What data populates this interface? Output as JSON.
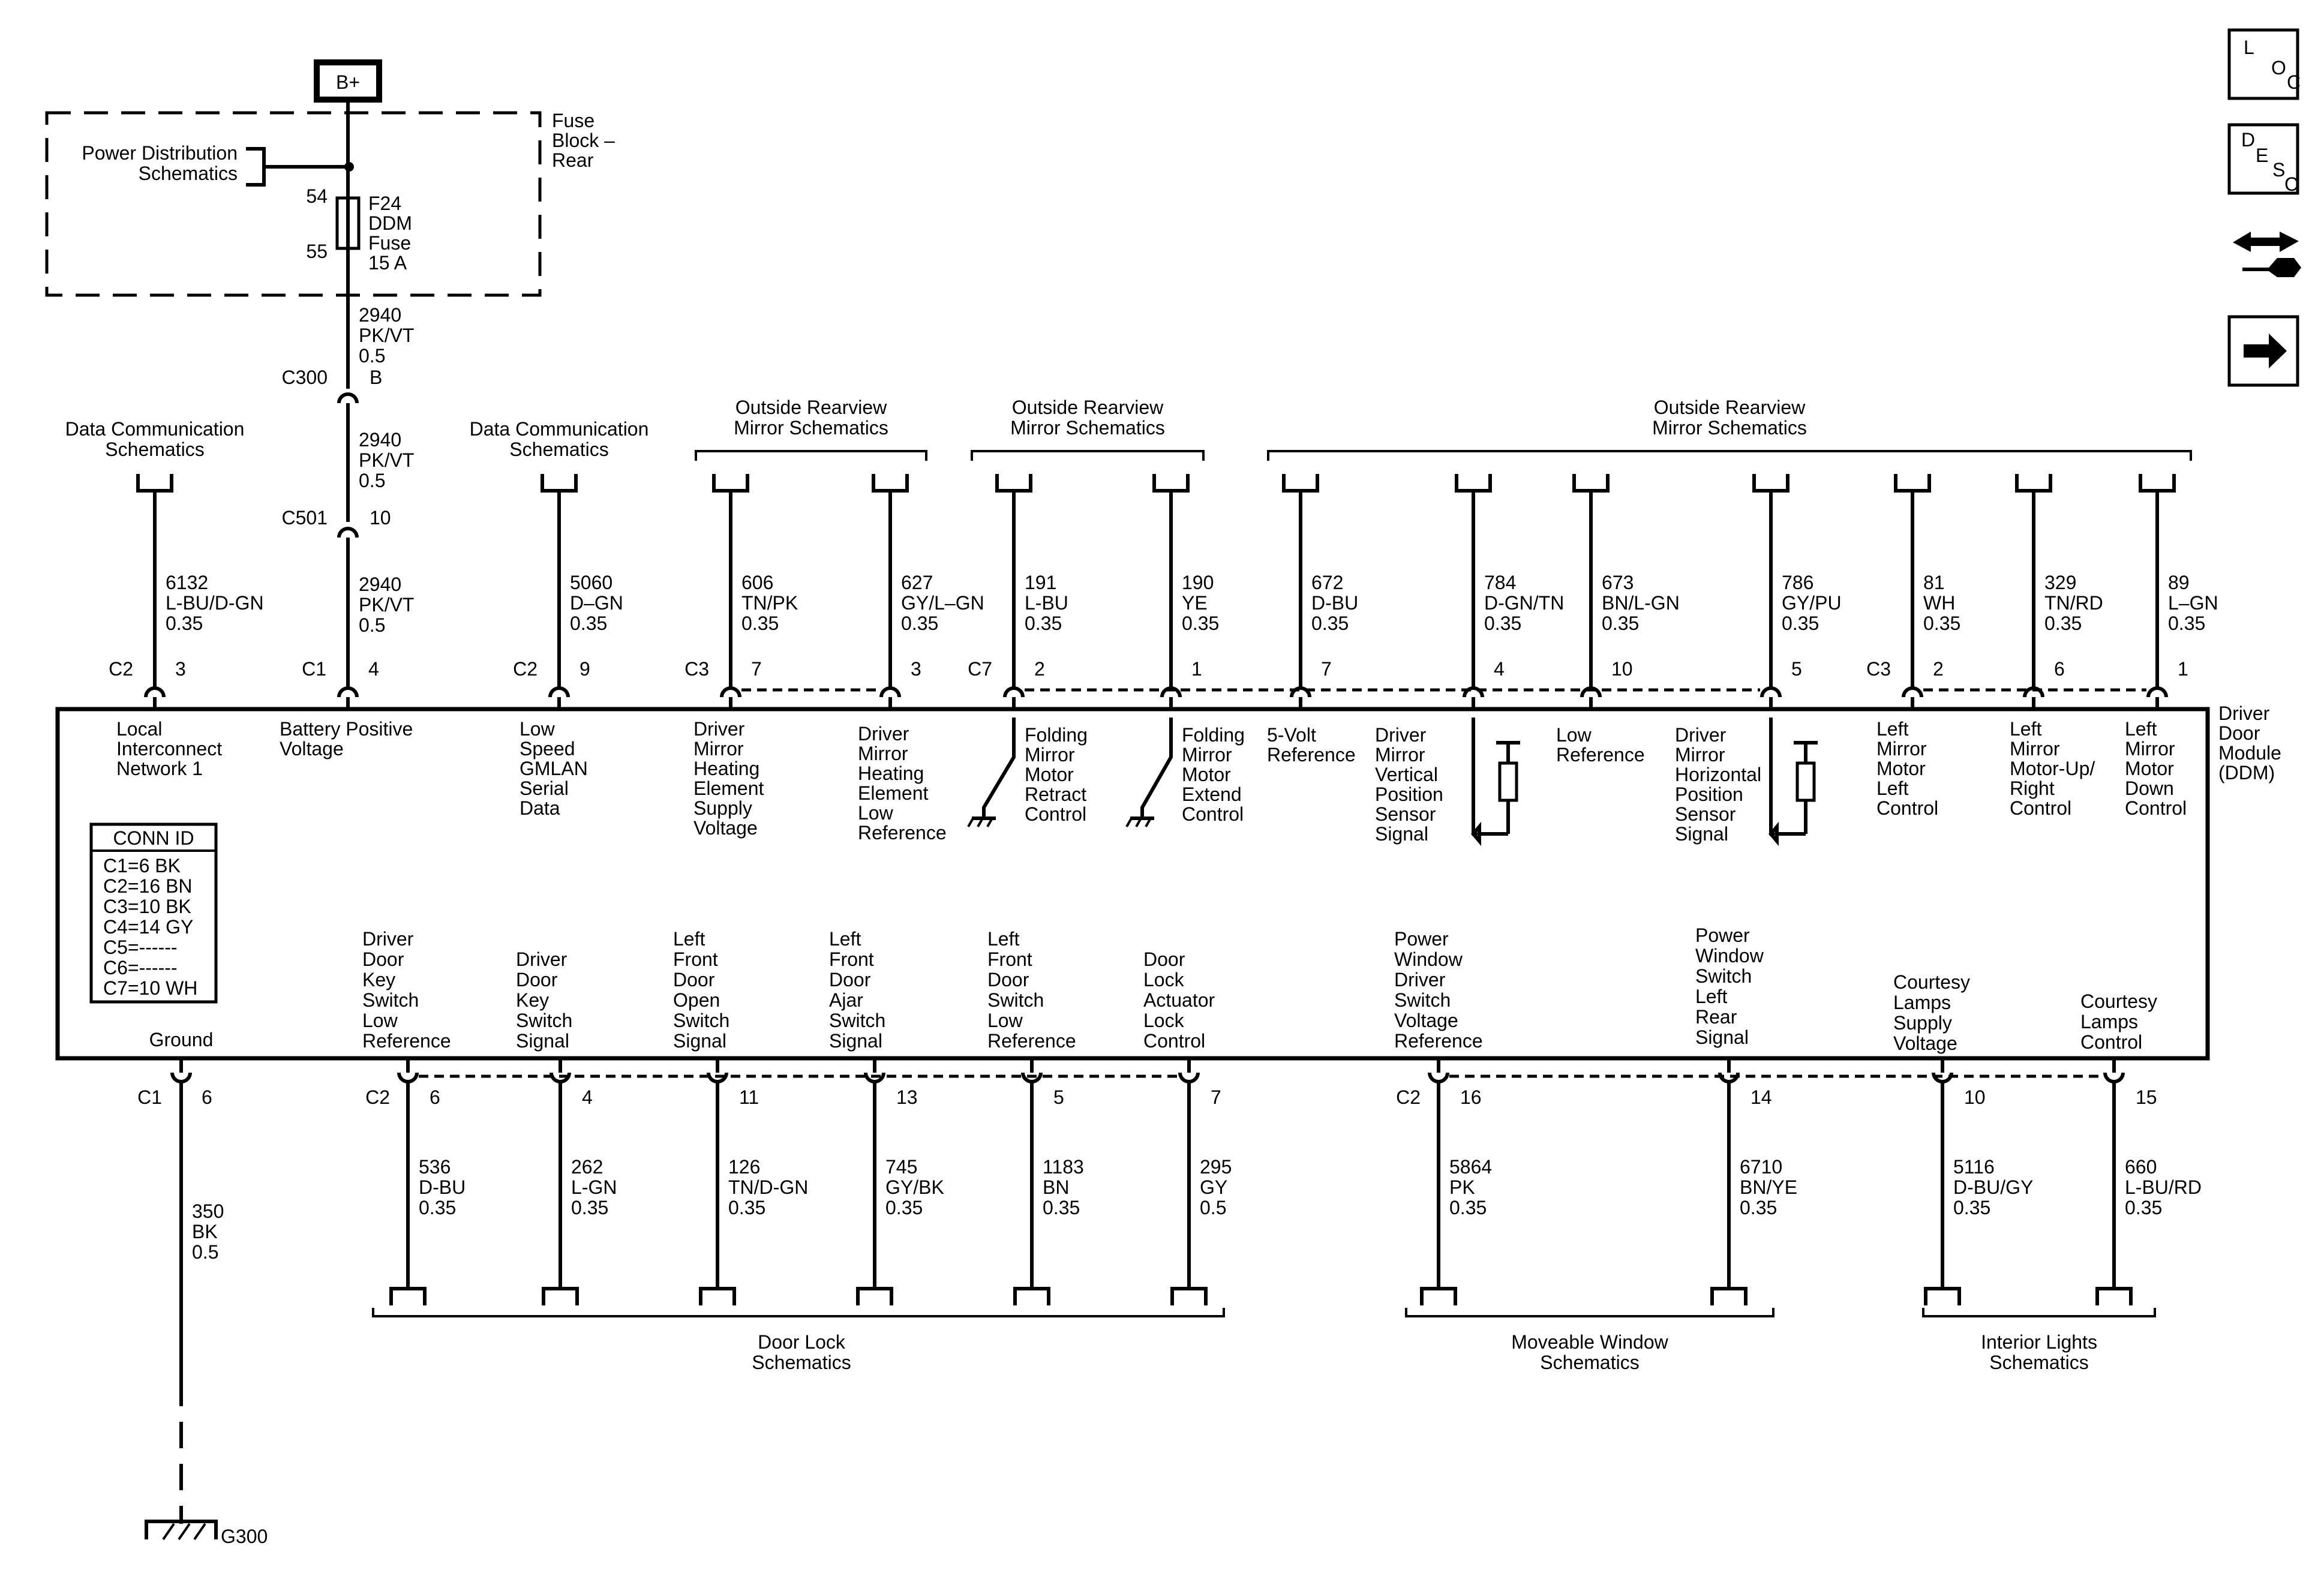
{
  "power": {
    "bplus": "B+",
    "fuse_block": [
      "Fuse",
      "Block –",
      "Rear"
    ],
    "power_dist": [
      "Power Distribution",
      "Schematics"
    ],
    "pin_top": "54",
    "pin_bot": "55",
    "fuse": [
      "F24",
      "DDM",
      "Fuse",
      "15 A"
    ],
    "wire_a": [
      "2940",
      "PK/VT",
      "0.5"
    ],
    "c300": {
      "name": "C300",
      "pin": "B"
    },
    "wire_b": [
      "2940",
      "PK/VT",
      "0.5"
    ],
    "c501": {
      "name": "C501",
      "pin": "10"
    },
    "wire_c": [
      "2940",
      "PK/VT",
      "0.5"
    ]
  },
  "top_groups": [
    {
      "label": [
        "Data Communication",
        "Schematics"
      ]
    },
    {
      "label": [
        "Data Communication",
        "Schematics"
      ]
    },
    {
      "label": [
        "Outside Rearview",
        "Mirror Schematics"
      ]
    },
    {
      "label": [
        "Outside Rearview",
        "Mirror Schematics"
      ]
    },
    {
      "label": [
        "Outside Rearview",
        "Mirror Schematics"
      ]
    }
  ],
  "top_pins": [
    {
      "conn": "C2",
      "pin": "3",
      "wire": [
        "6132",
        "L-BU/D-GN",
        "0.35"
      ],
      "func": [
        "Local",
        "Interconnect",
        "Network 1"
      ]
    },
    {
      "conn": "C1",
      "pin": "4",
      "wire": [],
      "func": [
        "Battery Positive",
        "Voltage"
      ]
    },
    {
      "conn": "C2",
      "pin": "9",
      "wire": [
        "5060",
        "D–GN",
        "0.35"
      ],
      "func": [
        "Low",
        "Speed",
        "GMLAN",
        "Serial",
        "Data"
      ]
    },
    {
      "conn": "C3",
      "pin": "7",
      "wire": [
        "606",
        "TN/PK",
        "0.35"
      ],
      "func": [
        "Driver",
        "Mirror",
        "Heating",
        "Element",
        "Supply",
        "Voltage"
      ]
    },
    {
      "conn": "",
      "pin": "3",
      "wire": [
        "627",
        "GY/L–GN",
        "0.35"
      ],
      "func": [
        "Driver",
        "Mirror",
        "Heating",
        "Element",
        "Low",
        "Reference"
      ]
    },
    {
      "conn": "C7",
      "pin": "2",
      "wire": [
        "191",
        "L-BU",
        "0.35"
      ],
      "func": [
        "Folding",
        "Mirror",
        "Motor",
        "Retract",
        "Control"
      ]
    },
    {
      "conn": "",
      "pin": "1",
      "wire": [
        "190",
        "YE",
        "0.35"
      ],
      "func": [
        "Folding",
        "Mirror",
        "Motor",
        "Extend",
        "Control"
      ]
    },
    {
      "conn": "",
      "pin": "7",
      "wire": [
        "672",
        "D-BU",
        "0.35"
      ],
      "func": [
        "5-Volt",
        "Reference"
      ]
    },
    {
      "conn": "",
      "pin": "4",
      "wire": [
        "784",
        "D-GN/TN",
        "0.35"
      ],
      "func": [
        "Driver",
        "Mirror",
        "Vertical",
        "Position",
        "Sensor",
        "Signal"
      ]
    },
    {
      "conn": "",
      "pin": "10",
      "wire": [
        "673",
        "BN/L-GN",
        "0.35"
      ],
      "func": [
        "Low",
        "Reference"
      ]
    },
    {
      "conn": "",
      "pin": "5",
      "wire": [
        "786",
        "GY/PU",
        "0.35"
      ],
      "func": [
        "Driver",
        "Mirror",
        "Horizontal",
        "Position",
        "Sensor",
        "Signal"
      ]
    },
    {
      "conn": "C3",
      "pin": "2",
      "wire": [
        "81",
        "WH",
        "0.35"
      ],
      "func": [
        "Left",
        "Mirror",
        "Motor",
        "Left",
        "Control"
      ]
    },
    {
      "conn": "",
      "pin": "6",
      "wire": [
        "329",
        "TN/RD",
        "0.35"
      ],
      "func": [
        "Left",
        "Mirror",
        "Motor-Up/",
        "Right",
        "Control"
      ]
    },
    {
      "conn": "",
      "pin": "1",
      "wire": [
        "89",
        "L–GN",
        "0.35"
      ],
      "func": [
        "Left",
        "Mirror",
        "Motor",
        "Down",
        "Control"
      ]
    }
  ],
  "module": {
    "name": [
      "Driver",
      "Door",
      "Module",
      "(DDM)"
    ]
  },
  "conn_id": {
    "title": "CONN ID",
    "rows": [
      "C1=6 BK",
      "C2=16 BN",
      "C3=10 BK",
      "C4=14 GY",
      "C5=------",
      "C6=------",
      "C7=10 WH"
    ]
  },
  "ground": {
    "func": "Ground",
    "conn": "C1",
    "pin": "6",
    "wire": [
      "350",
      "BK",
      "0.5"
    ],
    "name": "G300"
  },
  "bottom_pins": [
    {
      "conn": "C2",
      "pin": "6",
      "wire": [
        "536",
        "D-BU",
        "0.35"
      ],
      "func": [
        "Driver",
        "Door",
        "Key",
        "Switch",
        "Low",
        "Reference"
      ]
    },
    {
      "conn": "",
      "pin": "4",
      "wire": [
        "262",
        "L-GN",
        "0.35"
      ],
      "func": [
        "Driver",
        "Door",
        "Key",
        "Switch",
        "Signal"
      ]
    },
    {
      "conn": "",
      "pin": "11",
      "wire": [
        "126",
        "TN/D-GN",
        "0.35"
      ],
      "func": [
        "Left",
        "Front",
        "Door",
        "Open",
        "Switch",
        "Signal"
      ]
    },
    {
      "conn": "",
      "pin": "13",
      "wire": [
        "745",
        "GY/BK",
        "0.35"
      ],
      "func": [
        "Left",
        "Front",
        "Door",
        "Ajar",
        "Switch",
        "Signal"
      ]
    },
    {
      "conn": "",
      "pin": "5",
      "wire": [
        "1183",
        "BN",
        "0.35"
      ],
      "func": [
        "Left",
        "Front",
        "Door",
        "Switch",
        "Low",
        "Reference"
      ]
    },
    {
      "conn": "",
      "pin": "7",
      "wire": [
        "295",
        "GY",
        "0.5"
      ],
      "func": [
        "Door",
        "Lock",
        "Actuator",
        "Lock",
        "Control"
      ]
    },
    {
      "conn": "C2",
      "pin": "16",
      "wire": [
        "5864",
        "PK",
        "0.35"
      ],
      "func": [
        "Power",
        "Window",
        "Driver",
        "Switch",
        "Voltage",
        "Reference"
      ]
    },
    {
      "conn": "",
      "pin": "14",
      "wire": [
        "6710",
        "BN/YE",
        "0.35"
      ],
      "func": [
        "Power",
        "Window",
        "Switch",
        "Left",
        "Rear",
        "Signal"
      ]
    },
    {
      "conn": "",
      "pin": "10",
      "wire": [
        "5116",
        "D-BU/GY",
        "0.35"
      ],
      "func": [
        "Courtesy",
        "Lamps",
        "Supply",
        "Voltage"
      ]
    },
    {
      "conn": "",
      "pin": "15",
      "wire": [
        "660",
        "L-BU/RD",
        "0.35"
      ],
      "func": [
        "Courtesy",
        "Lamps",
        "Control"
      ]
    }
  ],
  "bottom_groups": [
    {
      "label": [
        "Door Lock",
        "Schematics"
      ]
    },
    {
      "label": [
        "Moveable Window",
        "Schematics"
      ]
    },
    {
      "label": [
        "Interior Lights",
        "Schematics"
      ]
    }
  ],
  "side_icons": [
    {
      "name": "loc-icon",
      "letters": [
        "L",
        "O",
        "C"
      ]
    },
    {
      "name": "desc-icon",
      "letters": [
        "D",
        "E",
        "S",
        "C"
      ]
    },
    {
      "name": "connector-repair-icon"
    },
    {
      "name": "next-arrow-icon"
    }
  ]
}
